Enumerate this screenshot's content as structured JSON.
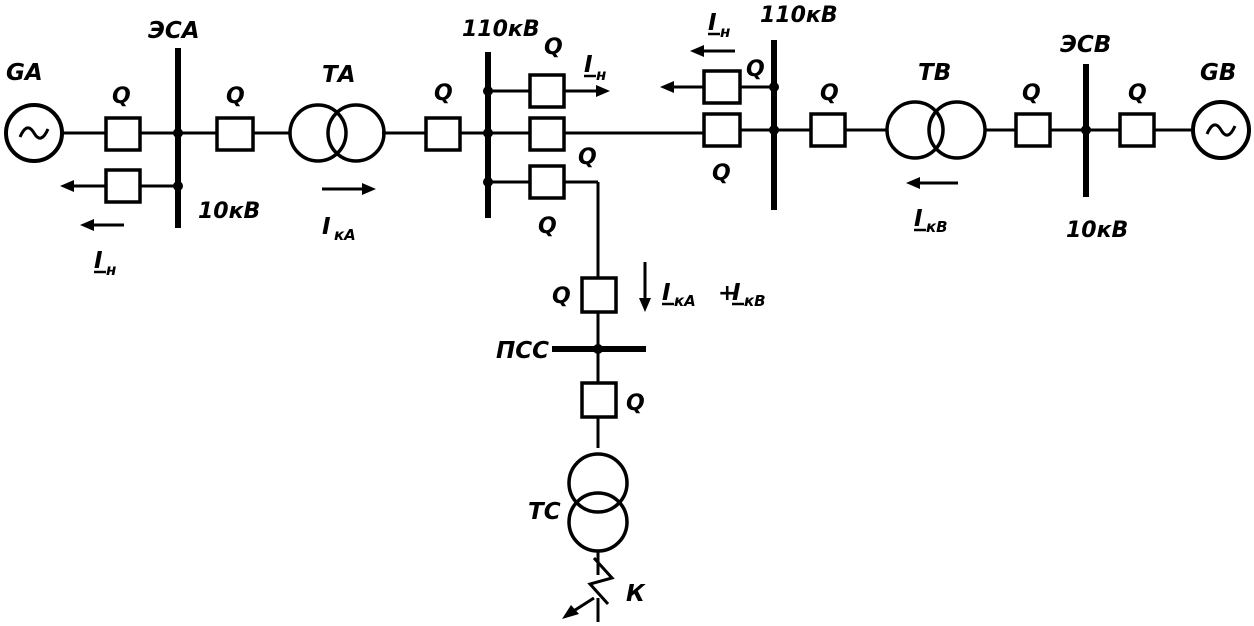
{
  "labels": {
    "ga": "GA",
    "gb": "GB",
    "esa": "ЭСА",
    "esb": "ЭСВ",
    "ta": "ТА",
    "tb": "ТВ",
    "tc": "ТС",
    "psc": "ПСС",
    "k": "К",
    "bus_10_left": "10кВ",
    "bus_10_right": "10кВ",
    "bus_110_left": "110кВ",
    "bus_110_right": "110кВ",
    "breaker": "Q"
  },
  "currents": {
    "i_main": "I",
    "sub_n": "н",
    "sub_ka": "кА",
    "sub_kb": "кВ",
    "plus": "+"
  },
  "icons": {
    "generator": "ac-generator-icon",
    "transformer": "two-winding-transformer-icon",
    "breaker": "circuit-breaker-icon",
    "fault": "short-circuit-icon"
  }
}
